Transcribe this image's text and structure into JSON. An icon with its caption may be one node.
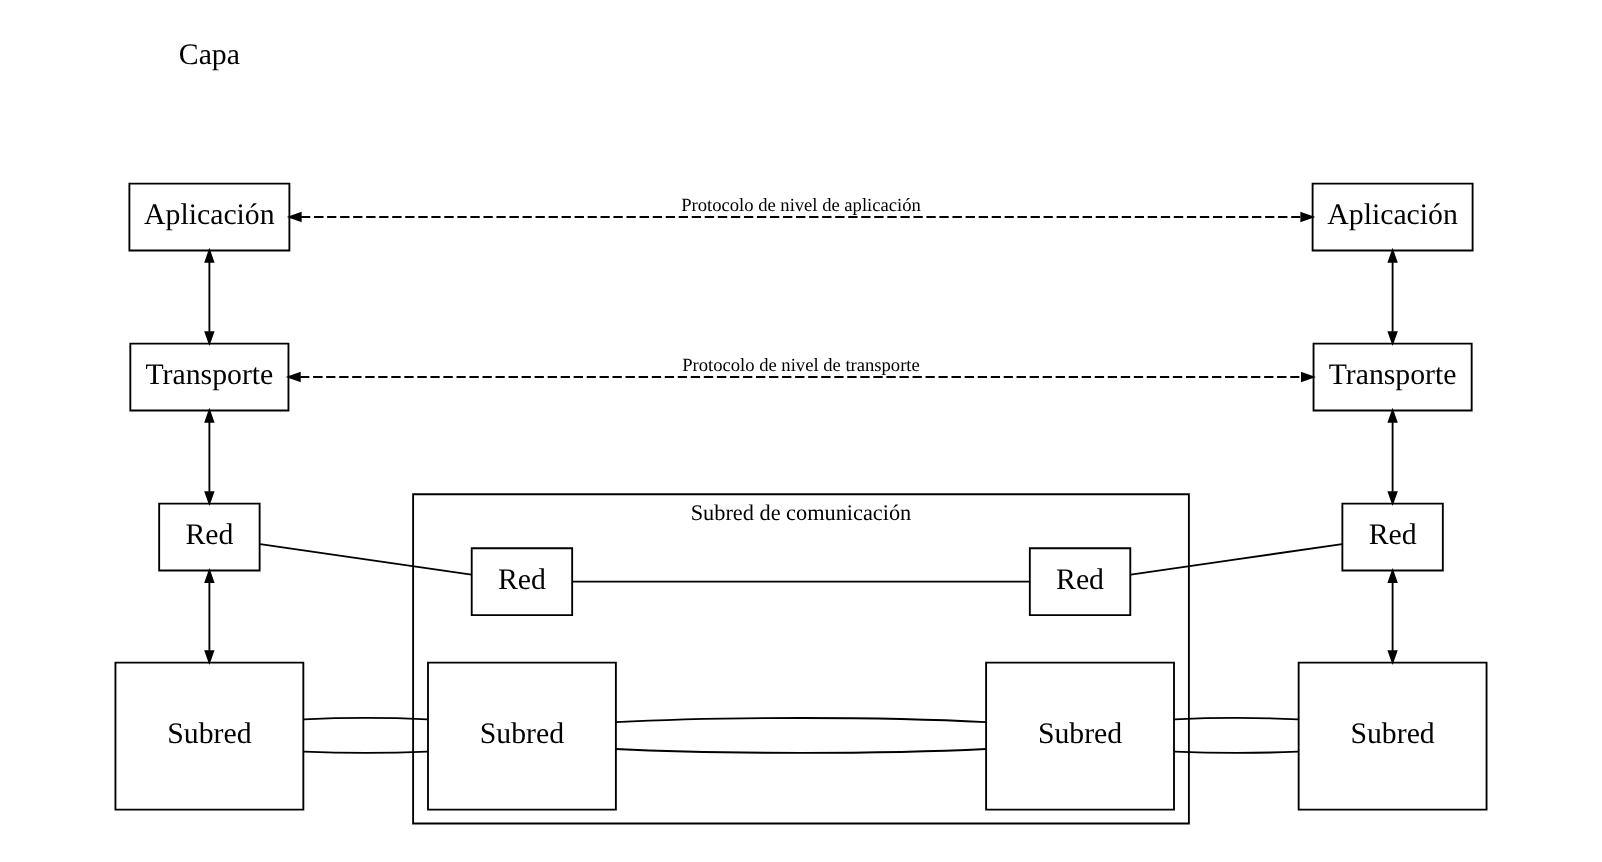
{
  "diagram": {
    "nodes": [
      {
        "text": [
          "Aplicación"
        ]
      },
      {
        "text": [
          "Aplicación"
        ]
      },
      {
        "text": [
          "Transporte"
        ]
      },
      {
        "text": [
          "Transporte"
        ]
      },
      {
        "text": [
          "Red"
        ]
      },
      {
        "text": [
          "Subred de comunicación"
        ]
      },
      {
        "text": [
          "Red"
        ],
        "in": 5
      },
      {
        "text": [
          "Red"
        ],
        "in": 5
      },
      {
        "text": [
          "Red"
        ]
      },
      {
        "text": [
          "Subred"
        ]
      },
      {
        "text": [
          "Subred"
        ],
        "in": 5
      },
      {
        "text": [
          "Subred"
        ],
        "in": 5
      },
      {
        "text": [
          "Subred"
        ]
      }
    ],
    "edges": [
      {
        "from": 0,
        "to": 1,
        "arrow": "both",
        "style": "dashed",
        "label": "Protocolo de nivel de aplicación"
      },
      {
        "from": 0,
        "to": 2,
        "arrow": "both"
      },
      {
        "from": 1,
        "to": 3,
        "arrow": "both"
      },
      {
        "from": 2,
        "to": 3,
        "arrow": "both",
        "style": "dashed",
        "label": "Protocolo de nivel de transporte"
      },
      {
        "from": 2,
        "to": 4,
        "arrow": "both"
      },
      {
        "from": 3,
        "to": 8,
        "arrow": "both"
      },
      {
        "from": 4,
        "to": 6,
        "arrow": "none"
      },
      {
        "from": 6,
        "to": 7,
        "arrow": "none"
      },
      {
        "from": 7,
        "to": 8,
        "arrow": "none"
      },
      {
        "from": 4,
        "to": 9,
        "arrow": "both"
      },
      {
        "from": 8,
        "to": 12,
        "arrow": "both"
      },
      {
        "from": 9,
        "to": 10,
        "arrow": "none"
      },
      {
        "from": 9,
        "to": 10,
        "arrow": "none"
      },
      {
        "from": 10,
        "to": 11,
        "arrow": "none"
      },
      {
        "from": 10,
        "to": 11,
        "arrow": "none"
      },
      {
        "from": 11,
        "to": 12,
        "arrow": "none"
      },
      {
        "from": 11,
        "to": 12,
        "arrow": "none"
      }
    ],
    "labels": [
      "Capa"
    ]
  }
}
